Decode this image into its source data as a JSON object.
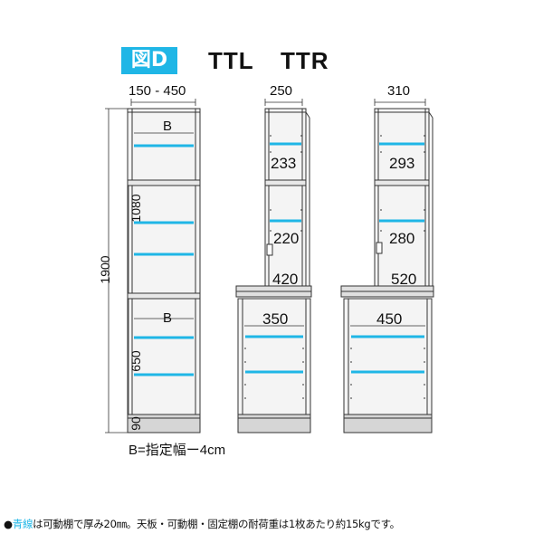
{
  "title": {
    "badge": "図D",
    "ttl": "TTL",
    "ttr": "TTR"
  },
  "cabinet_left": {
    "width_label": "150 - 450",
    "height_total": "1900",
    "upper_height": "1080",
    "lower_height": "650",
    "base_height": "90",
    "upper_label": "B",
    "lower_label": "B",
    "note": "B=指定幅ー4cm"
  },
  "cabinet_mid": {
    "width_label": "250",
    "shelf_gap_1": "233",
    "shelf_gap_2": "220",
    "counter_height": "420",
    "lower_width": "350"
  },
  "cabinet_right": {
    "width_label": "310",
    "shelf_gap_1": "293",
    "shelf_gap_2": "280",
    "counter_height": "520",
    "lower_width": "450"
  },
  "footer": {
    "bullet": "●",
    "highlight": "青線",
    "text": "は可動棚で厚み20㎜。天板・可動棚・固定棚の耐荷重は1枚あたり約15kgです。"
  },
  "colors": {
    "accent": "#1fb6e6",
    "frame": "#333333",
    "base": "#c9c9c9"
  }
}
